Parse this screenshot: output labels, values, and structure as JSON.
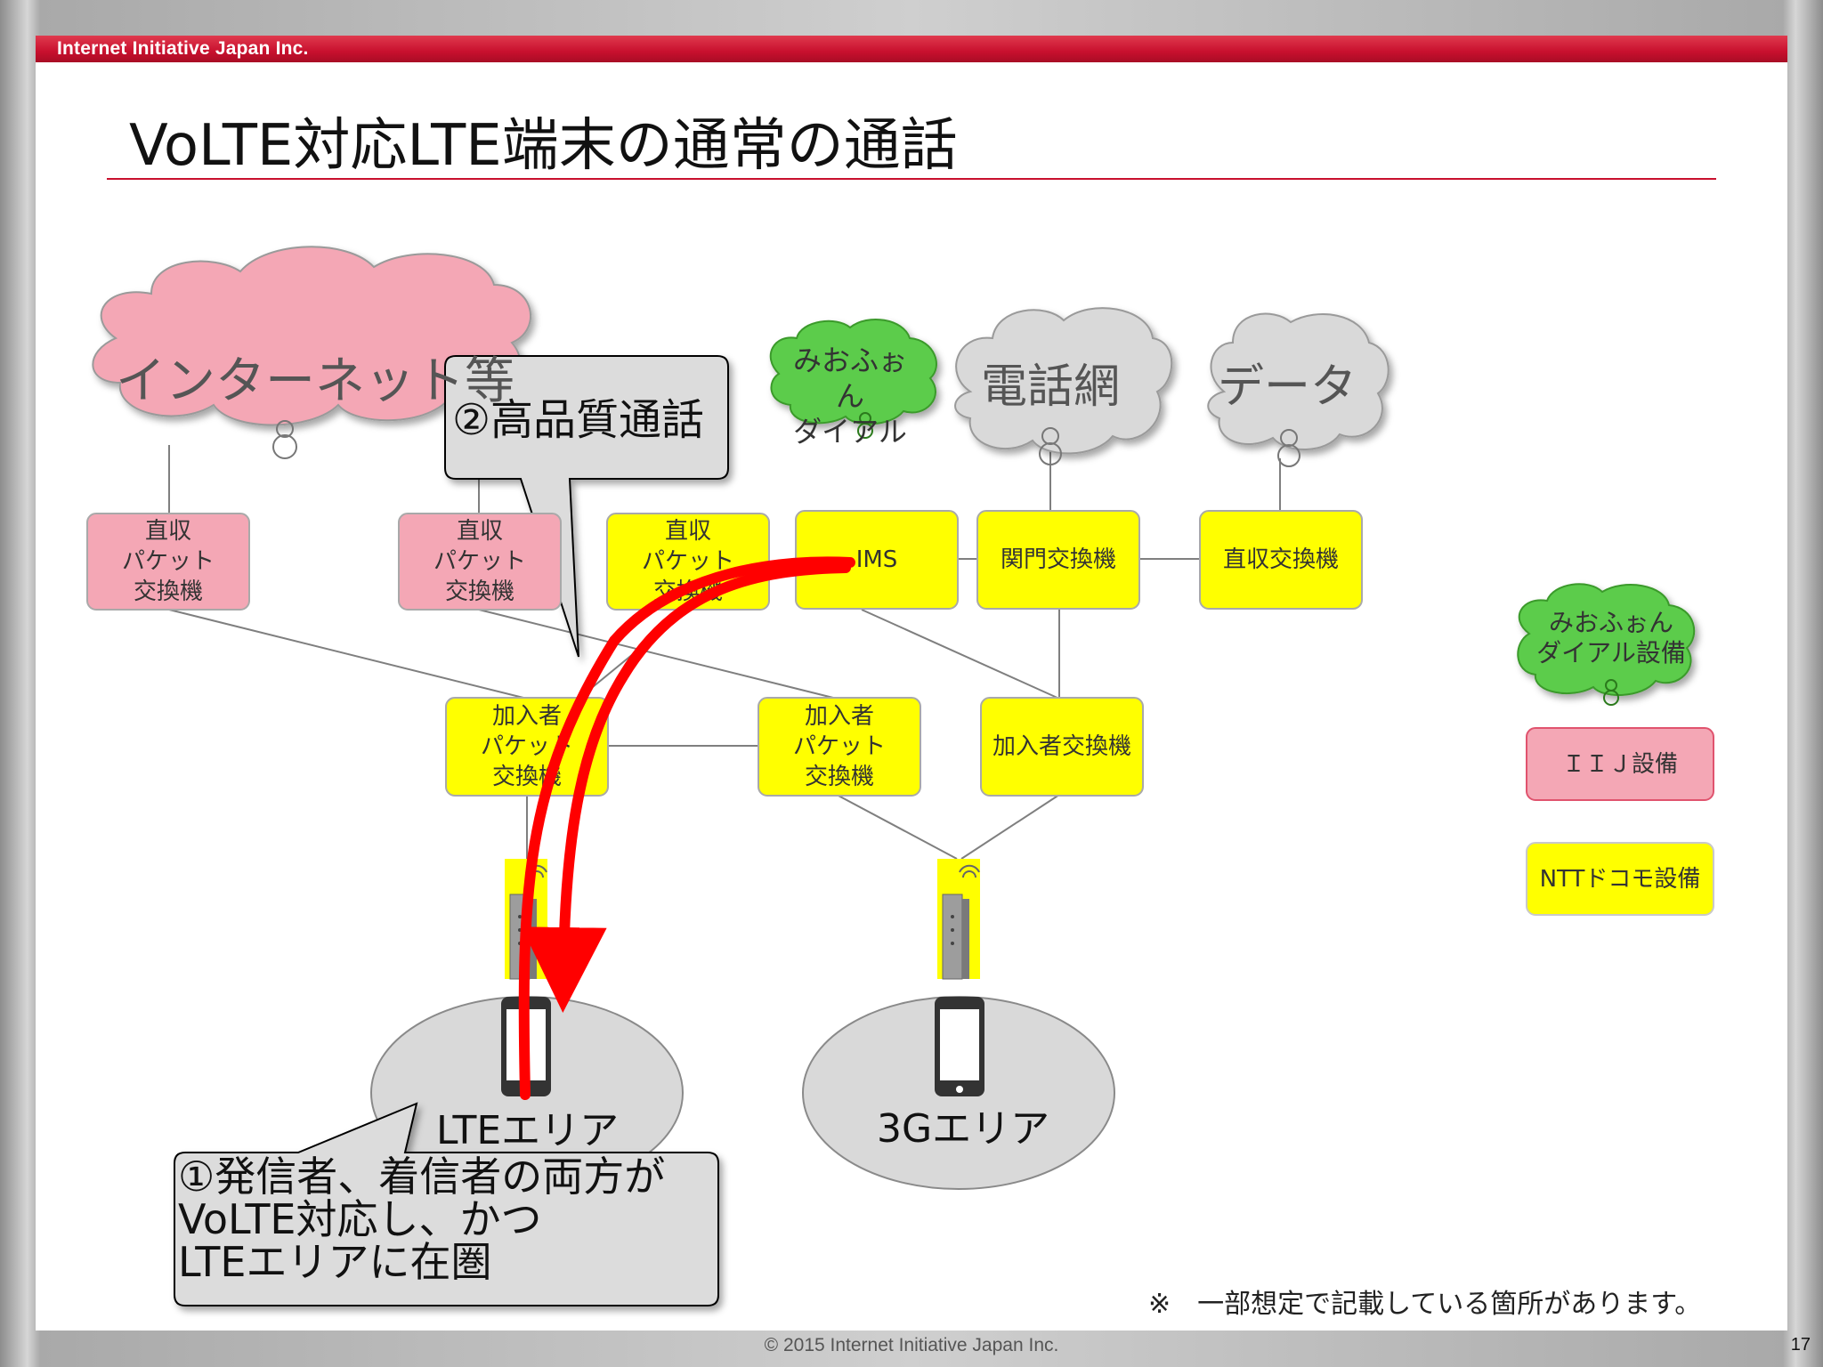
{
  "header": {
    "company": "Internet Initiative Japan Inc."
  },
  "title": "VoLTE対応LTE端末の通常の通話",
  "clouds": {
    "internet": "インターネット等",
    "mio_dial": "みおふぉん\nダイアル",
    "phone_net": "電話網",
    "data": "データ"
  },
  "nodes": {
    "iij_direct_1": "直収\nパケット\n交換機",
    "iij_direct_2": "直収\nパケット\n交換機",
    "ntt_direct_packet": "直収\nパケット\n交換機",
    "ims": "IMS",
    "gateway": "関門交換機",
    "direct_switch": "直収交換機",
    "sub_packet_1": "加入者\nパケット\n交換機",
    "sub_packet_2": "加入者\nパケット\n交換機",
    "sub_switch": "加入者交換機"
  },
  "areas": {
    "lte": "LTEエリア",
    "g3": "3Gエリア"
  },
  "callouts": {
    "quality": "②高品質通話",
    "condition": "①発信者、着信者の両方が\nVoLTE対応し、かつ\nLTEエリアに在圏"
  },
  "legend": {
    "mio": "みおふぉん\nダイアル設備",
    "iij": "ＩＩＪ設備",
    "ntt": "NTTドコモ設備"
  },
  "note": "※　一部想定で記載している箇所があります。",
  "footer": "© 2015  Internet Initiative Japan Inc.",
  "page_number": "17",
  "colors": {
    "brand_red": "#c8102e",
    "iij_pink": "#f4a7b5",
    "ntt_yellow": "#ffff00",
    "mio_green": "#5ccc4c",
    "cloud_gray": "#d9d9d9",
    "call_path": "#ff0000"
  }
}
